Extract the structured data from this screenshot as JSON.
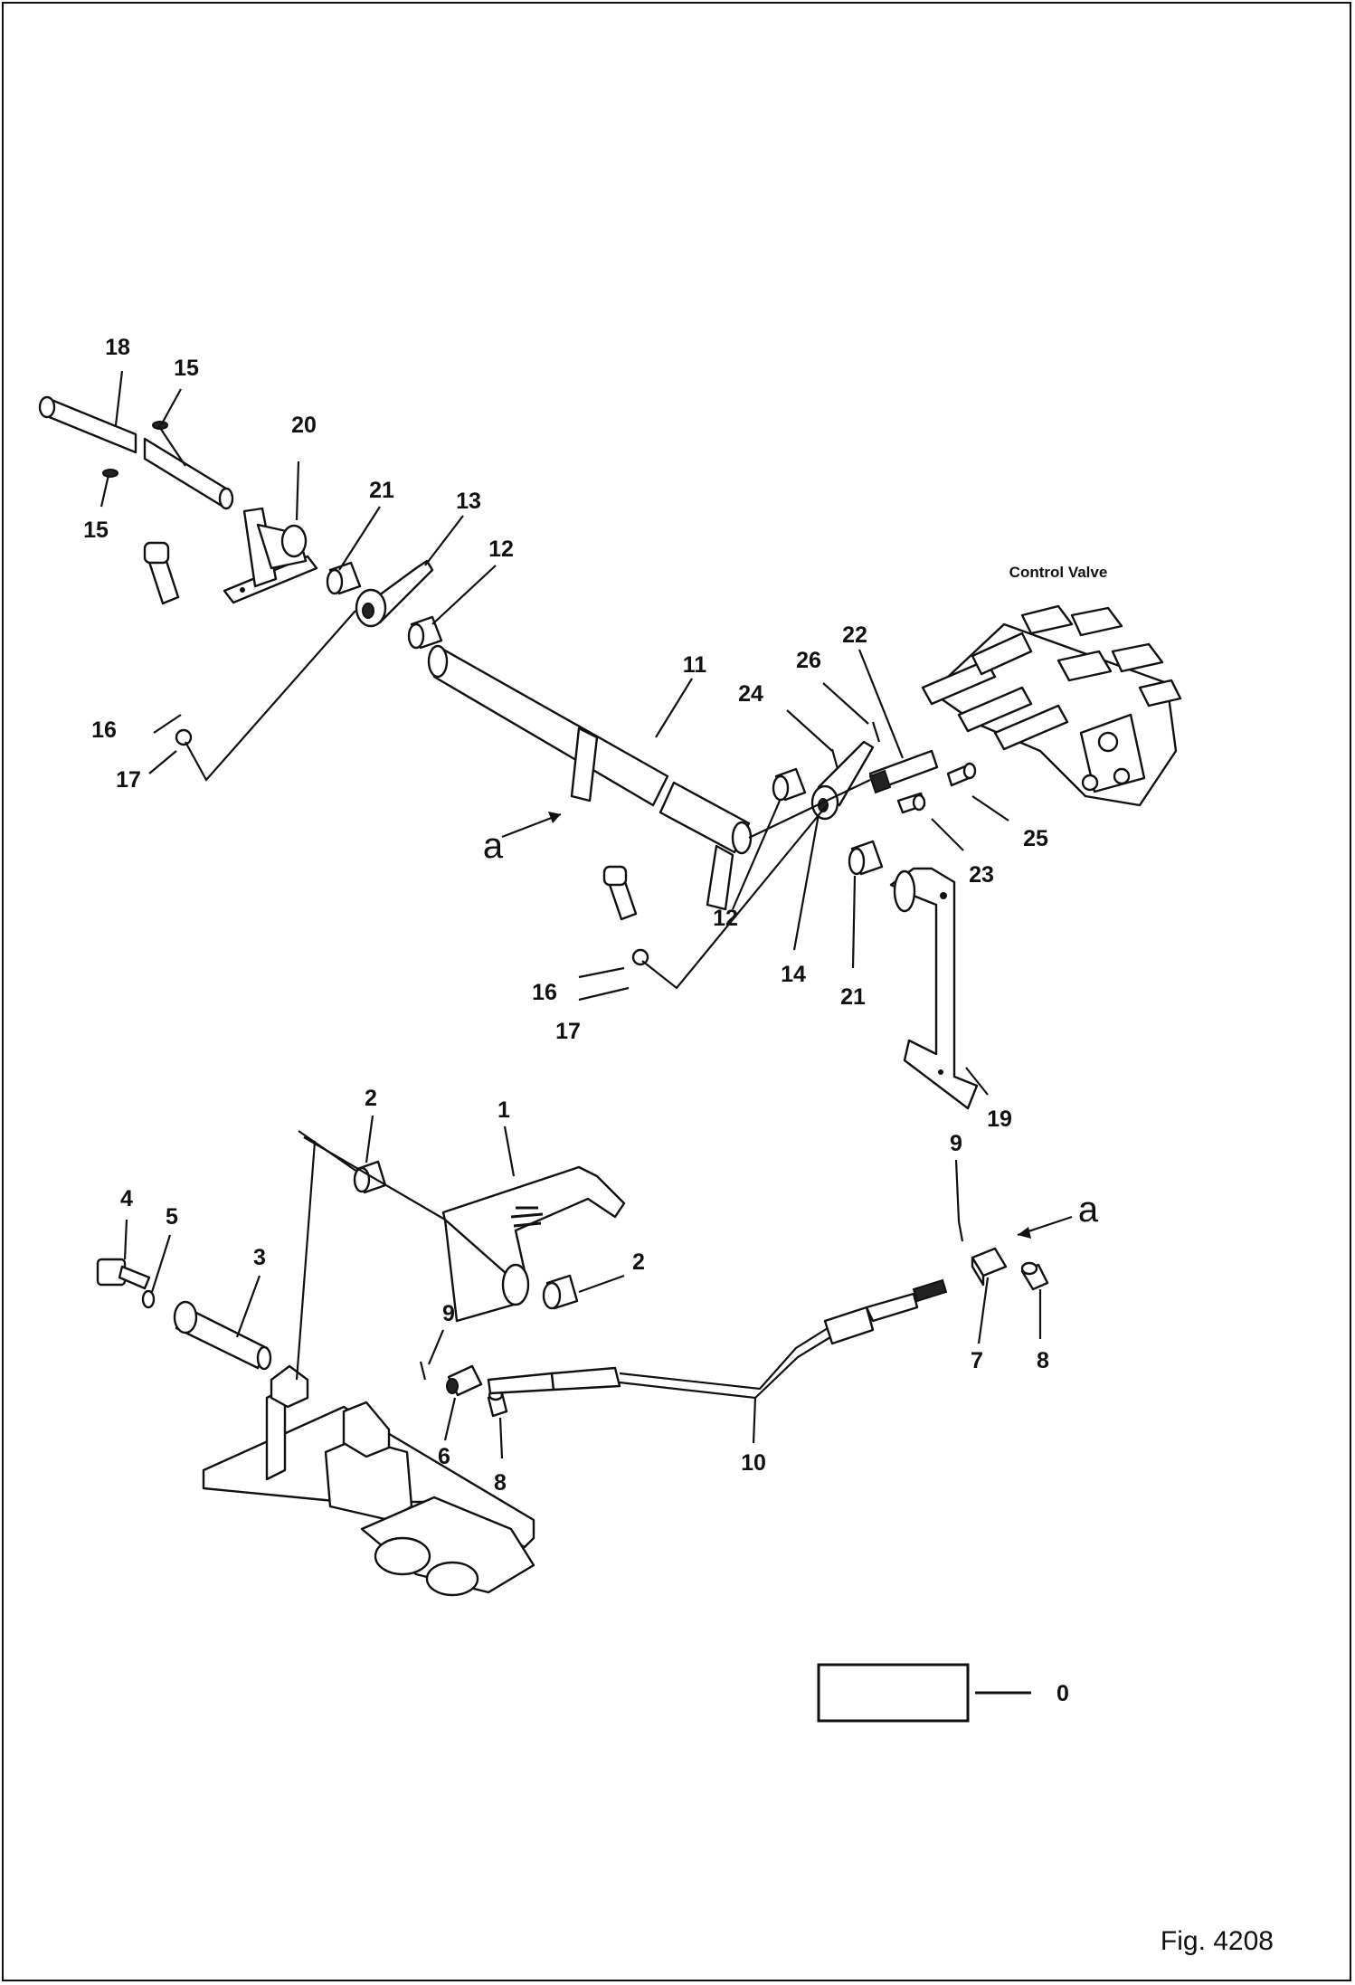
{
  "figure": {
    "caption": "Fig. 4208",
    "control_valve_label": "Control Valve",
    "legend_box_label": "0",
    "reference_marks": [
      "a",
      "a"
    ]
  },
  "callouts": [
    {
      "id": "c18",
      "text": "18"
    },
    {
      "id": "c15a",
      "text": "15"
    },
    {
      "id": "c15b",
      "text": "15"
    },
    {
      "id": "c20",
      "text": "20"
    },
    {
      "id": "c21a",
      "text": "21"
    },
    {
      "id": "c13",
      "text": "13"
    },
    {
      "id": "c12a",
      "text": "12"
    },
    {
      "id": "c16a",
      "text": "16"
    },
    {
      "id": "c17a",
      "text": "17"
    },
    {
      "id": "c11",
      "text": "11"
    },
    {
      "id": "c24",
      "text": "24"
    },
    {
      "id": "c26",
      "text": "26"
    },
    {
      "id": "c22",
      "text": "22"
    },
    {
      "id": "c25",
      "text": "25"
    },
    {
      "id": "c23",
      "text": "23"
    },
    {
      "id": "c12b",
      "text": "12"
    },
    {
      "id": "c14",
      "text": "14"
    },
    {
      "id": "c21b",
      "text": "21"
    },
    {
      "id": "c16b",
      "text": "16"
    },
    {
      "id": "c17b",
      "text": "17"
    },
    {
      "id": "c19",
      "text": "19"
    },
    {
      "id": "c2a",
      "text": "2"
    },
    {
      "id": "c1",
      "text": "1"
    },
    {
      "id": "c4",
      "text": "4"
    },
    {
      "id": "c5",
      "text": "5"
    },
    {
      "id": "c3",
      "text": "3"
    },
    {
      "id": "c2b",
      "text": "2"
    },
    {
      "id": "c9a",
      "text": "9"
    },
    {
      "id": "c6",
      "text": "6"
    },
    {
      "id": "c8a",
      "text": "8"
    },
    {
      "id": "c10",
      "text": "10"
    },
    {
      "id": "c9b",
      "text": "9"
    },
    {
      "id": "c7",
      "text": "7"
    },
    {
      "id": "c8b",
      "text": "8"
    }
  ]
}
